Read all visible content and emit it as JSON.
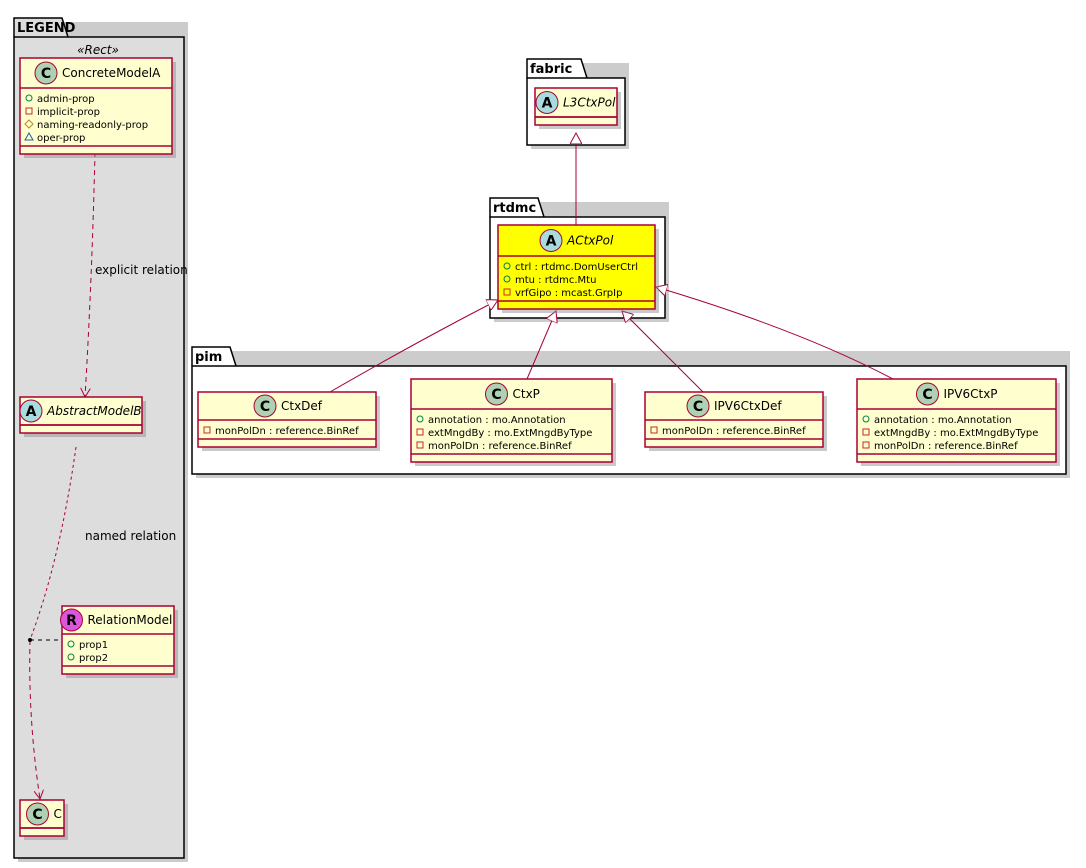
{
  "legend": {
    "package": "LEGEND",
    "stereotype": "«Rect»",
    "explicit_relation": "explicit relation",
    "named_relation": "named relation",
    "classes": {
      "concrete": {
        "icon": "C",
        "name": "ConcreteModelA",
        "italic": false,
        "attrs": [
          {
            "vis": "public",
            "text": "admin-prop"
          },
          {
            "vis": "private",
            "text": "implicit-prop"
          },
          {
            "vis": "protected",
            "text": "naming-readonly-prop"
          },
          {
            "vis": "package",
            "text": "oper-prop"
          }
        ]
      },
      "abstract": {
        "icon": "A",
        "name": "AbstractModelB",
        "italic": true,
        "attrs": []
      },
      "relation": {
        "icon": "R",
        "name": "RelationModel",
        "italic": false,
        "attrs": [
          {
            "vis": "public",
            "text": "prop1"
          },
          {
            "vis": "public",
            "text": "prop2"
          }
        ]
      },
      "c": {
        "icon": "C",
        "name": "C",
        "italic": false,
        "attrs": []
      }
    }
  },
  "packages": {
    "fabric": "fabric",
    "rtdmc": "rtdmc",
    "pim": "pim"
  },
  "classes": {
    "L3CtxPol": {
      "icon": "A",
      "name": "L3CtxPol",
      "italic": true,
      "attrs": []
    },
    "ACtxPol": {
      "icon": "A",
      "name": "ACtxPol",
      "italic": true,
      "highlight": "#FFFF00",
      "attrs": [
        {
          "vis": "public",
          "text": "ctrl : rtdmc.DomUserCtrl"
        },
        {
          "vis": "public",
          "text": "mtu : rtdmc.Mtu"
        },
        {
          "vis": "private",
          "text": "vrfGipo : mcast.GrpIp"
        }
      ]
    },
    "CtxDef": {
      "icon": "C",
      "name": "CtxDef",
      "italic": false,
      "attrs": [
        {
          "vis": "private",
          "text": "monPolDn : reference.BinRef"
        }
      ]
    },
    "CtxP": {
      "icon": "C",
      "name": "CtxP",
      "italic": false,
      "attrs": [
        {
          "vis": "public",
          "text": "annotation : mo.Annotation"
        },
        {
          "vis": "private",
          "text": "extMngdBy : mo.ExtMngdByType"
        },
        {
          "vis": "private",
          "text": "monPolDn : reference.BinRef"
        }
      ]
    },
    "IPV6CtxDef": {
      "icon": "C",
      "name": "IPV6CtxDef",
      "italic": false,
      "attrs": [
        {
          "vis": "private",
          "text": "monPolDn : reference.BinRef"
        }
      ]
    },
    "IPV6CtxP": {
      "icon": "C",
      "name": "IPV6CtxP",
      "italic": false,
      "attrs": [
        {
          "vis": "public",
          "text": "annotation : mo.Annotation"
        },
        {
          "vis": "private",
          "text": "extMngdBy : mo.ExtMngdByType"
        },
        {
          "vis": "private",
          "text": "monPolDn : reference.BinRef"
        }
      ]
    }
  },
  "colors": {
    "class_fill": "#FEFECE",
    "border": "#A80036",
    "legend_bg": "#DDDDDD",
    "icon_C": "#ADD1B2",
    "icon_A": "#A9DCDF",
    "icon_R": "#DD55DD"
  }
}
